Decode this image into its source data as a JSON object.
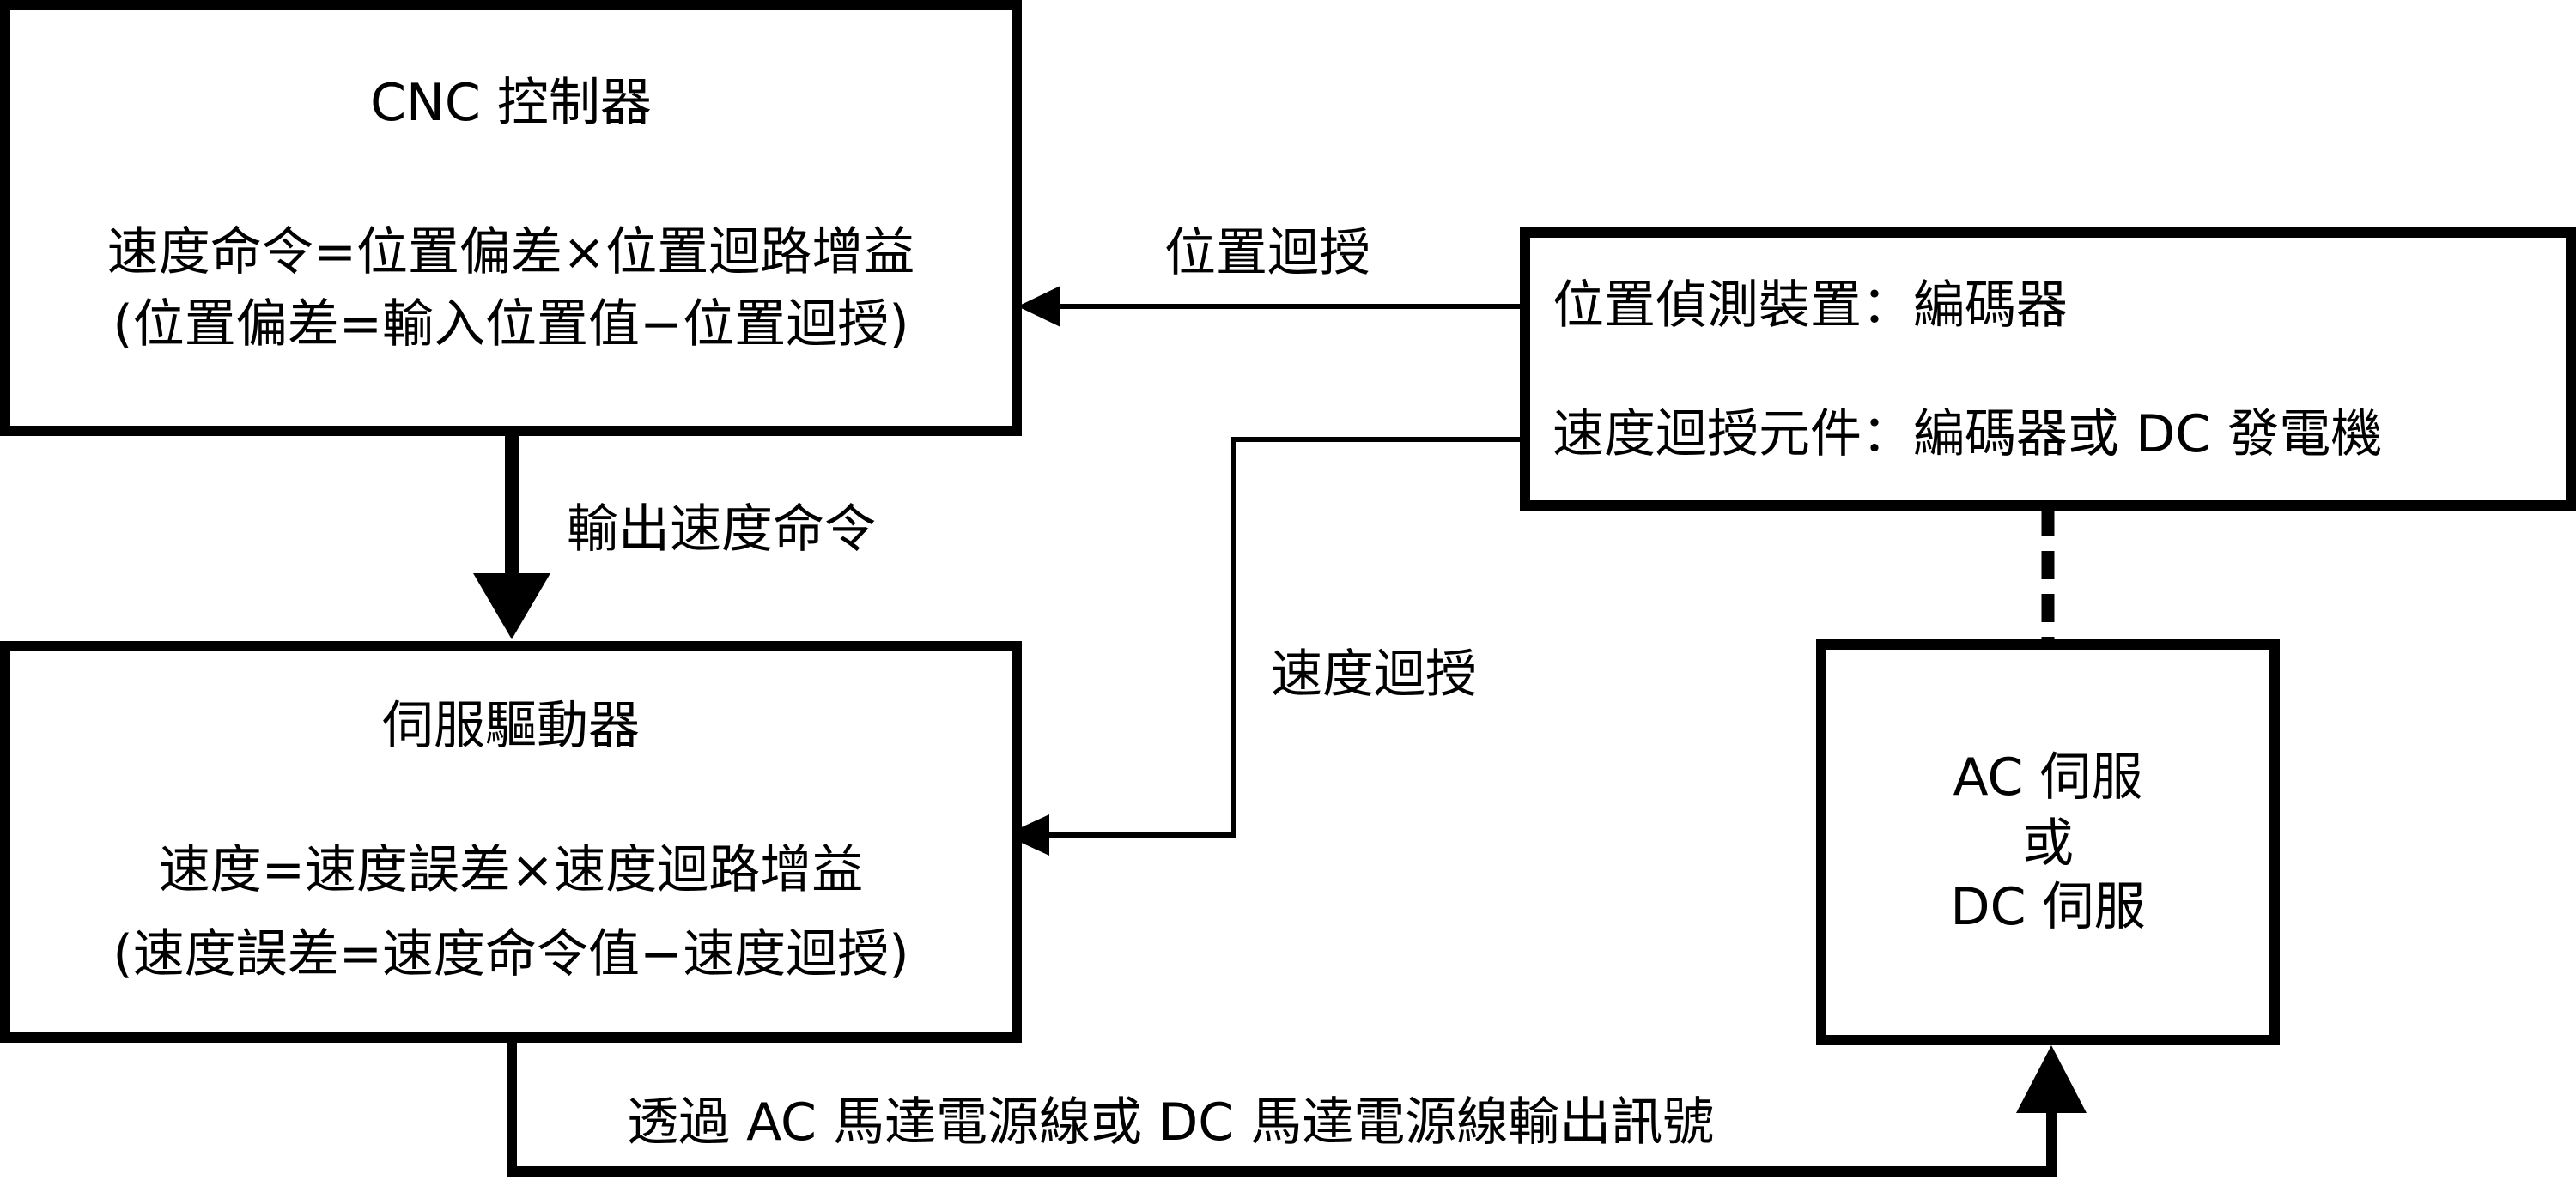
{
  "cnc": {
    "title": "CNC 控制器",
    "formula": "速度命令=位置偏差×位置迴路增益",
    "formula_note": "(位置偏差=輸入位置值−位置迴授)"
  },
  "servo_driver": {
    "title": "伺服驅動器",
    "formula": "速度=速度誤差×速度迴路增益",
    "formula_note": "(速度誤差=速度命令值−速度迴授)"
  },
  "detector": {
    "line1": "位置偵測裝置：編碼器",
    "line2": "速度迴授元件：編碼器或 DC 發電機"
  },
  "motor": {
    "line1": "AC 伺服",
    "line2": "或",
    "line3": "DC 伺服"
  },
  "labels": {
    "position_feedback": "位置迴授",
    "output_speed_command": "輸出速度命令",
    "speed_feedback": "速度迴授",
    "output_signal": "透過 AC 馬達電源線或 DC 馬達電源線輸出訊號"
  }
}
